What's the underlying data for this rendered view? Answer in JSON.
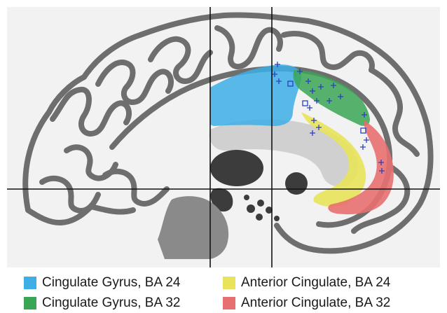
{
  "colors": {
    "background_panel": "#f2f2f2",
    "gyrus_outline": "#6e6e6e",
    "crosshair": "#111111",
    "marker": "#2a3fbf",
    "cingulate_gyrus_ba24": "#3daee6",
    "cingulate_gyrus_ba32": "#3aa655",
    "anterior_cingulate_ba24": "#e8e35a",
    "anterior_cingulate_ba32": "#e86f6f"
  },
  "icons": {
    "marker": "cross-marker-icon"
  },
  "legend": {
    "items": [
      {
        "label": "Cingulate Gyrus, BA 24",
        "color": "#3daee6"
      },
      {
        "label": "Anterior Cingulate, BA 24",
        "color": "#e8e35a"
      },
      {
        "label": "Cingulate Gyrus, BA 32",
        "color": "#3aa655"
      },
      {
        "label": "Anterior Cingulate, BA 32",
        "color": "#e86f6f"
      }
    ]
  }
}
